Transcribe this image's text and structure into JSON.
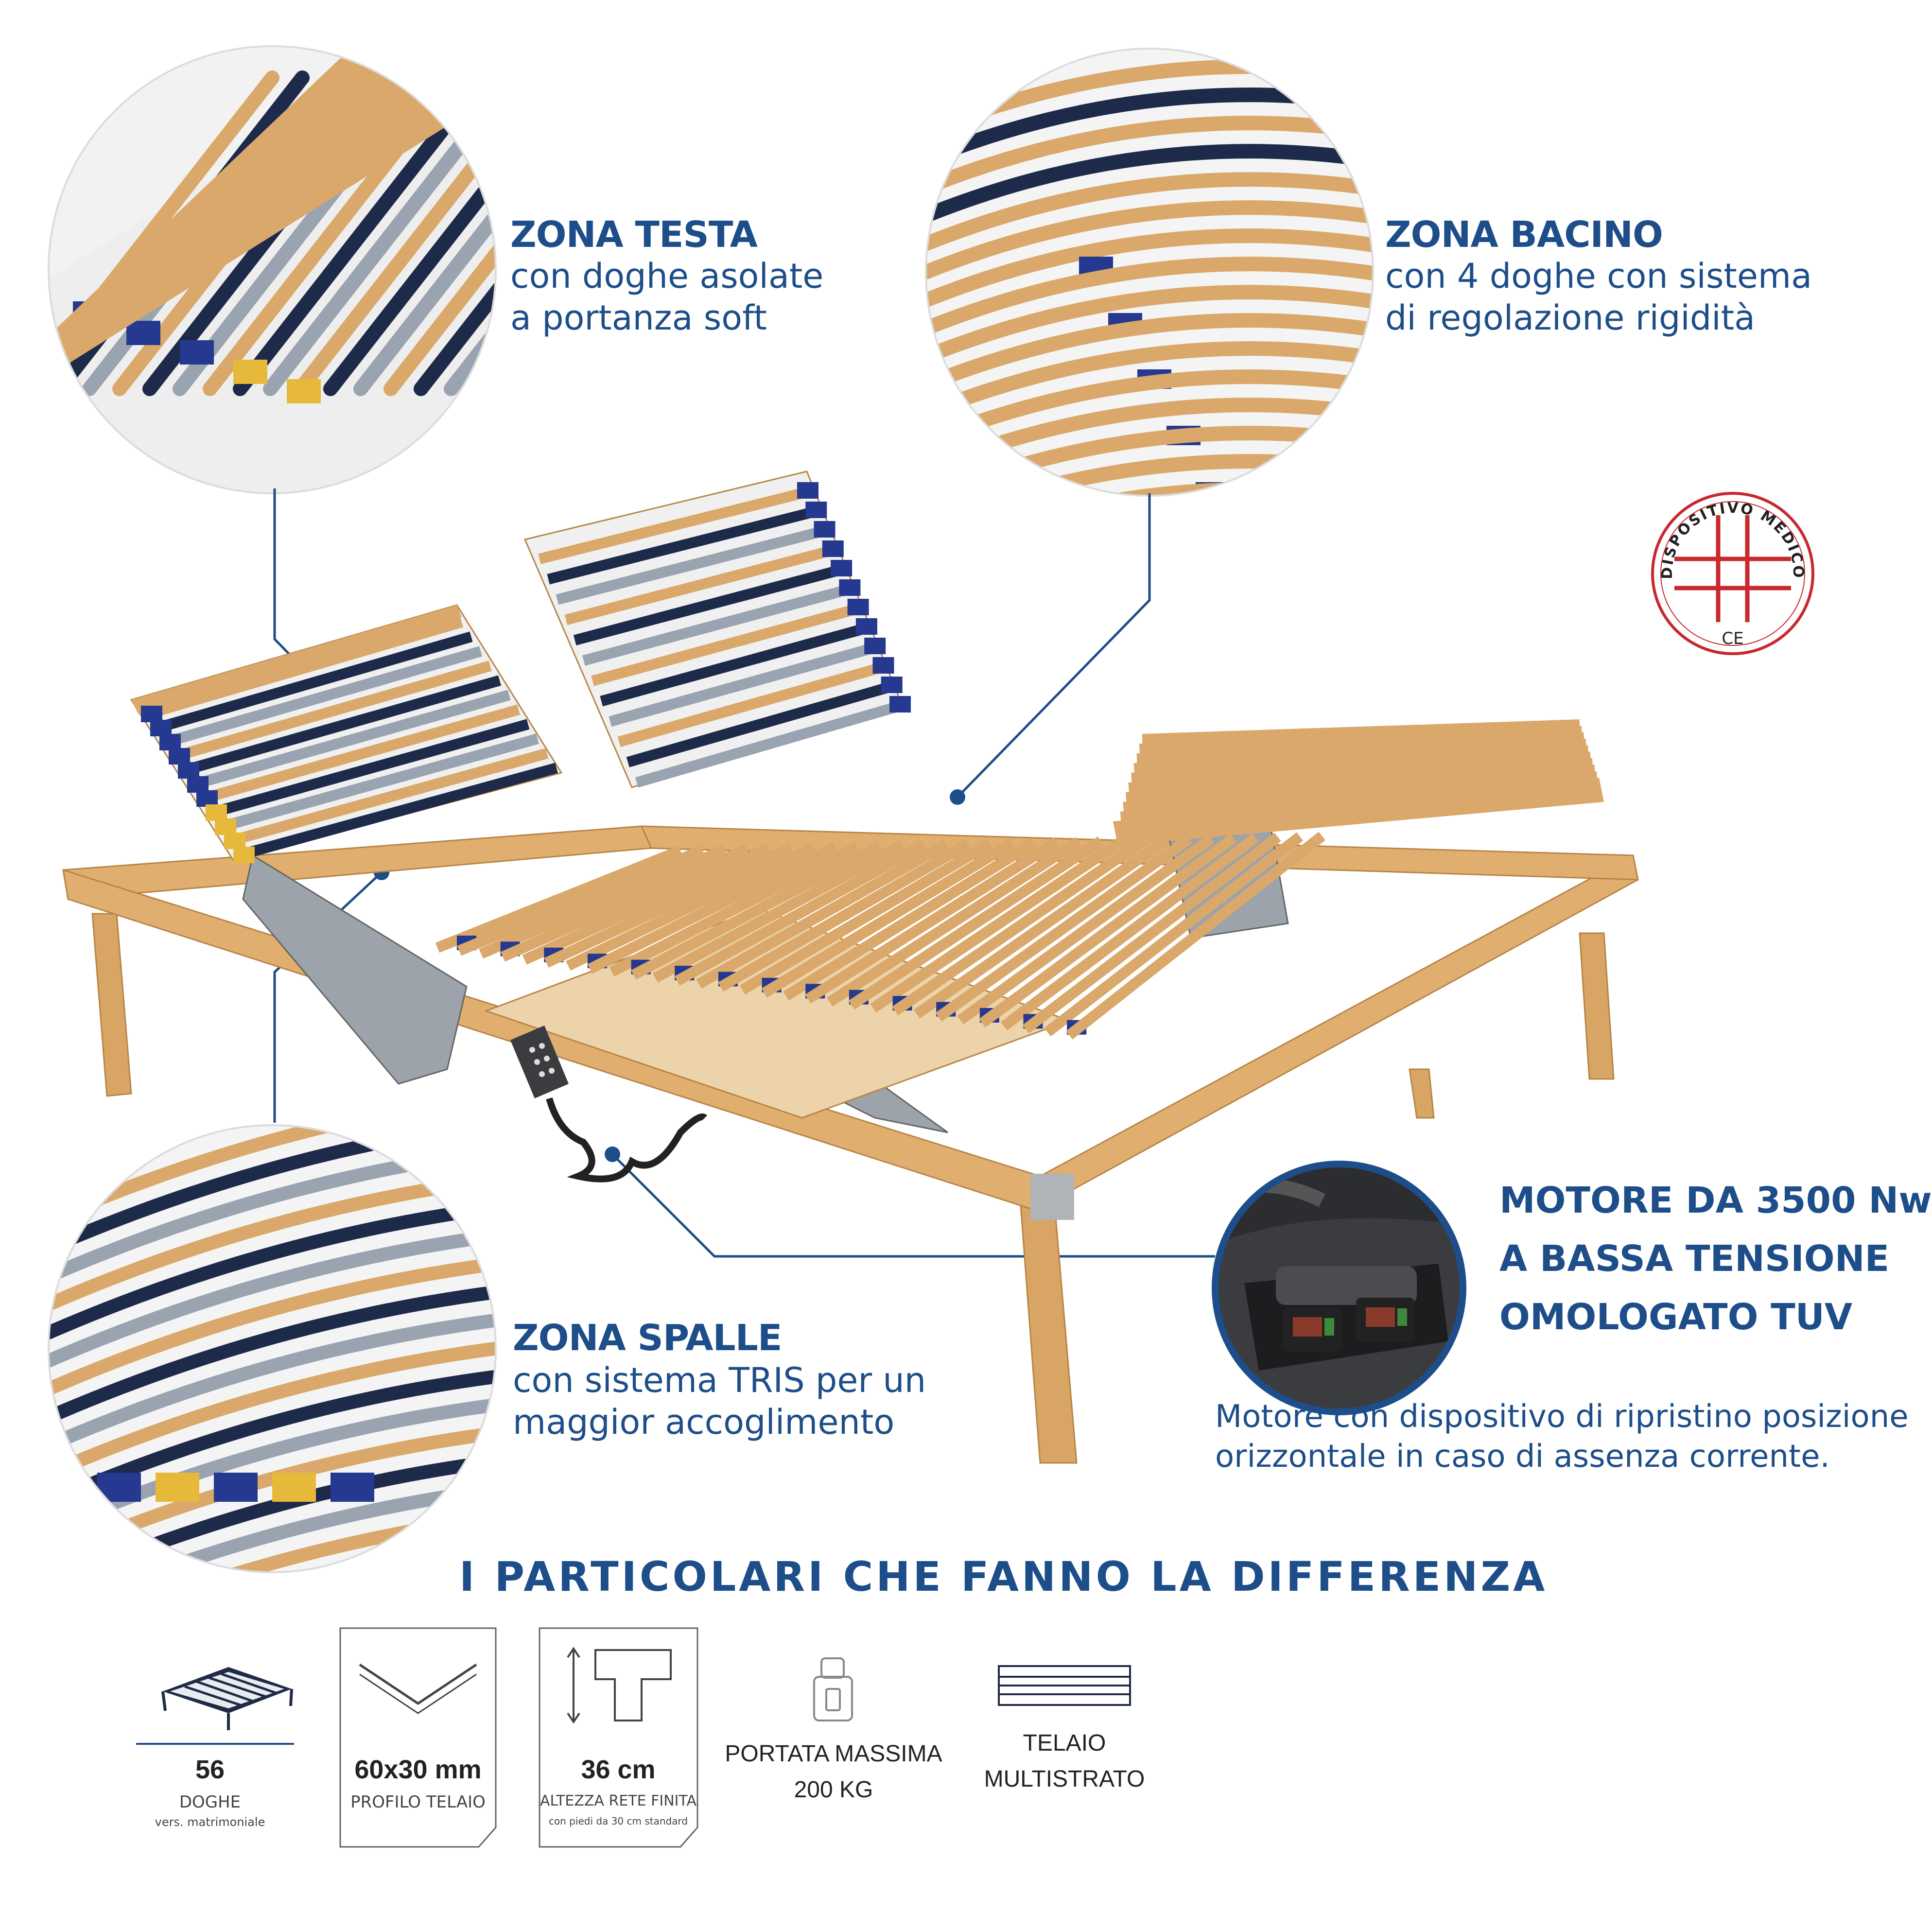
{
  "zones": {
    "testa": {
      "heading": "ZONA TESTA",
      "line1": "con doghe asolate",
      "line2": "a portanza soft"
    },
    "bacino": {
      "heading": "ZONA BACINO",
      "line1": "con 4 doghe con sistema",
      "line2": "di regolazione rigidità"
    },
    "spalle": {
      "heading": "ZONA SPALLE",
      "line1": "con sistema TRIS per un",
      "line2": "maggior accoglimento"
    }
  },
  "motor": {
    "line1": "MOTORE DA 3500 Nw",
    "line2": "A BASSA TENSIONE",
    "line3": "OMOLOGATO TUV",
    "desc1": "Motore con dispositivo di ripristino posizione",
    "desc2": "orizzontale in caso di assenza corrente."
  },
  "stamp": {
    "ring_text": "DISPOSITIVO MEDICO",
    "mark": "CE"
  },
  "section_title": "I PARTICOLARI CHE FANNO LA DIFFERENZA",
  "specs": {
    "slats": {
      "value": "56",
      "label": "DOGHE",
      "note": "vers. matrimoniale"
    },
    "profile": {
      "value": "60x30 mm",
      "label": "PROFILO TELAIO"
    },
    "height": {
      "value": "36 cm",
      "label": "ALTEZZA RETE FINITA",
      "note": "con piedi da 30 cm standard"
    },
    "load": {
      "line1": "PORTATA MASSIMA",
      "line2": "200 KG"
    },
    "frame": {
      "line1": "TELAIO",
      "line2": "MULTISTRATO"
    }
  },
  "colors": {
    "brand_blue": "#1d4e89",
    "wood": "#d9a86a",
    "slat_dark": "#1e2a4a",
    "clip_blue": "#24398f",
    "clip_yellow": "#e6b93a",
    "stamp_red": "#c8282e"
  }
}
